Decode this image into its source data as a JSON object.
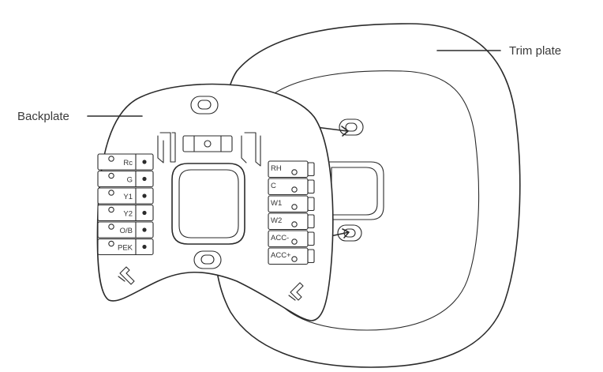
{
  "labels": {
    "trim_plate": "Trim plate",
    "backplate": "Backplate"
  },
  "terminals": {
    "left": [
      "Rc",
      "G",
      "Y1",
      "Y2",
      "O/B",
      "PEK"
    ],
    "right": [
      "RH",
      "C",
      "W1",
      "W2",
      "ACC-",
      "ACC+"
    ]
  },
  "colors": {
    "line": "#2b2b2b",
    "text": "#3a3a3a",
    "background": "#ffffff"
  }
}
